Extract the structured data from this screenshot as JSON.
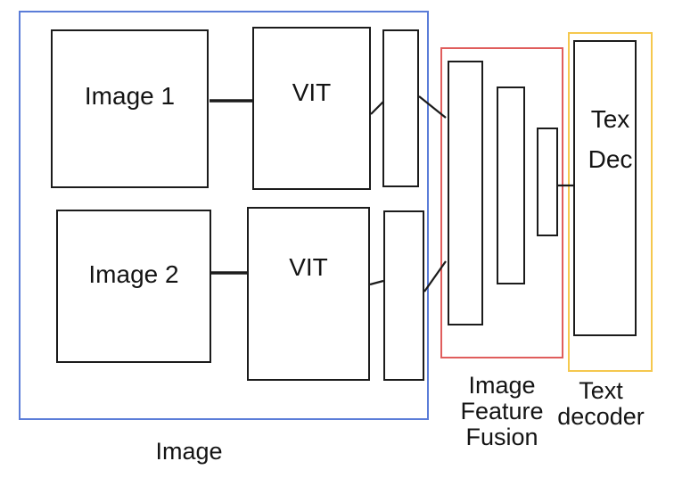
{
  "colors": {
    "image_group_border": "#5b7dd8",
    "fusion_group_border": "#e05d5c",
    "decoder_group_border": "#f5c84e",
    "box_border": "#1b1b1b"
  },
  "image_group": {
    "caption": "Image",
    "image1_label": "Image 1",
    "image2_label": "Image 2",
    "vit1_label": "VIT",
    "vit2_label": "VIT"
  },
  "fusion_group": {
    "caption": "Image\nFeature\nFusion"
  },
  "decoder_group": {
    "caption": "Text\ndecoder",
    "decoder_box_text": "Tex\nDec"
  }
}
